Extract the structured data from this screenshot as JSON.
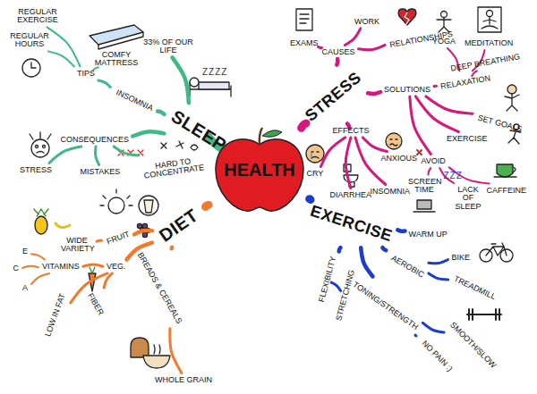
{
  "diagram": {
    "nodes": [
      {
        "text": [
          "HEALTH"
        ]
      },
      {
        "text": [
          "SLEEP"
        ]
      },
      {
        "text": [
          "33% OF OUR LIFE"
        ]
      },
      {
        "text": [
          "INSOMNIA"
        ]
      },
      {
        "text": [
          "TIPS"
        ]
      },
      {
        "text": [
          "REGULAR HOURS"
        ]
      },
      {
        "text": [
          "REGULAR EXERCISE"
        ]
      },
      {
        "text": [
          "COMFY MATTRESS"
        ]
      },
      {
        "text": [
          "CONSEQUENCES"
        ]
      },
      {
        "text": [
          "STRESS"
        ]
      },
      {
        "text": [
          "MISTAKES"
        ]
      },
      {
        "text": [
          "HARD TO CONCENTRATE"
        ]
      },
      {
        "text": [
          "STRESS"
        ]
      },
      {
        "text": [
          "CAUSES"
        ]
      },
      {
        "text": [
          "EXAMS"
        ]
      },
      {
        "text": [
          "WORK"
        ]
      },
      {
        "text": [
          "RELATIONSHIPS"
        ]
      },
      {
        "text": [
          "SOLUTIONS"
        ]
      },
      {
        "text": [
          "RELAXATION"
        ]
      },
      {
        "text": [
          "YOGA"
        ]
      },
      {
        "text": [
          "MEDITATION"
        ]
      },
      {
        "text": [
          "DEEP BREATHING"
        ]
      },
      {
        "text": [
          "SET GOALS"
        ]
      },
      {
        "text": [
          "EXERCISE"
        ]
      },
      {
        "text": [
          "AVOID"
        ]
      },
      {
        "text": [
          "SCREEN TIME"
        ]
      },
      {
        "text": [
          "LACK OF SLEEP"
        ]
      },
      {
        "text": [
          "CAFFEINE"
        ]
      },
      {
        "text": [
          "EFFECTS"
        ]
      },
      {
        "text": [
          "CRY"
        ]
      },
      {
        "text": [
          "DIARRHEA"
        ]
      },
      {
        "text": [
          "INSOMNIA"
        ]
      },
      {
        "text": [
          "ANXIOUS"
        ]
      },
      {
        "text": [
          "EXERCISE"
        ]
      },
      {
        "text": [
          "WARM UP"
        ]
      },
      {
        "text": [
          "AEROBIC"
        ]
      },
      {
        "text": [
          "BIKE"
        ]
      },
      {
        "text": [
          "TREADMILL"
        ]
      },
      {
        "text": [
          "TONING/STRENGTH"
        ]
      },
      {
        "text": [
          "SMOOTH/SLOW"
        ]
      },
      {
        "text": [
          "NO PAIN :)"
        ]
      },
      {
        "text": [
          "FLEXIBILITY"
        ]
      },
      {
        "text": [
          "STRETCHING"
        ]
      },
      {
        "text": [
          "DIET"
        ]
      },
      {
        "text": [
          "FRUIT"
        ]
      },
      {
        "text": [
          "WIDE VARIETY"
        ]
      },
      {
        "text": [
          "VEG."
        ]
      },
      {
        "text": [
          "VITAMINS"
        ]
      },
      {
        "text": [
          "E"
        ]
      },
      {
        "text": [
          "C"
        ]
      },
      {
        "text": [
          "A"
        ]
      },
      {
        "text": [
          "FIBER"
        ]
      },
      {
        "text": [
          "LOW IN FAT"
        ]
      },
      {
        "text": [
          "BREADS & CEREALS"
        ]
      },
      {
        "text": [
          "WHOLE GRAIN"
        ]
      }
    ],
    "edges": [
      {
        "from": 0,
        "to": 1,
        "arrow": "none"
      },
      {
        "from": 1,
        "to": 2,
        "arrow": "none"
      },
      {
        "from": 1,
        "to": 3,
        "arrow": "none"
      },
      {
        "from": 3,
        "to": 4,
        "arrow": "none"
      },
      {
        "from": 4,
        "to": 5,
        "arrow": "none"
      },
      {
        "from": 4,
        "to": 6,
        "arrow": "none"
      },
      {
        "from": 4,
        "to": 7,
        "arrow": "none"
      },
      {
        "from": 1,
        "to": 8,
        "arrow": "none"
      },
      {
        "from": 8,
        "to": 9,
        "arrow": "none"
      },
      {
        "from": 8,
        "to": 10,
        "arrow": "none"
      },
      {
        "from": 8,
        "to": 11,
        "arrow": "none"
      },
      {
        "from": 0,
        "to": 12,
        "arrow": "none"
      },
      {
        "from": 12,
        "to": 13,
        "arrow": "none"
      },
      {
        "from": 13,
        "to": 14,
        "arrow": "none"
      },
      {
        "from": 13,
        "to": 15,
        "arrow": "none"
      },
      {
        "from": 13,
        "to": 16,
        "arrow": "none"
      },
      {
        "from": 12,
        "to": 17,
        "arrow": "none"
      },
      {
        "from": 17,
        "to": 18,
        "arrow": "none"
      },
      {
        "from": 18,
        "to": 19,
        "arrow": "none"
      },
      {
        "from": 18,
        "to": 20,
        "arrow": "none"
      },
      {
        "from": 18,
        "to": 21,
        "arrow": "none"
      },
      {
        "from": 17,
        "to": 22,
        "arrow": "none"
      },
      {
        "from": 17,
        "to": 23,
        "arrow": "none"
      },
      {
        "from": 17,
        "to": 24,
        "arrow": "none"
      },
      {
        "from": 24,
        "to": 25,
        "arrow": "none"
      },
      {
        "from": 24,
        "to": 26,
        "arrow": "none"
      },
      {
        "from": 24,
        "to": 27,
        "arrow": "none"
      },
      {
        "from": 12,
        "to": 28,
        "arrow": "none"
      },
      {
        "from": 28,
        "to": 29,
        "arrow": "none"
      },
      {
        "from": 28,
        "to": 30,
        "arrow": "none"
      },
      {
        "from": 28,
        "to": 31,
        "arrow": "none"
      },
      {
        "from": 28,
        "to": 32,
        "arrow": "none"
      },
      {
        "from": 0,
        "to": 33,
        "arrow": "none"
      },
      {
        "from": 33,
        "to": 34,
        "arrow": "none"
      },
      {
        "from": 33,
        "to": 35,
        "arrow": "none"
      },
      {
        "from": 35,
        "to": 36,
        "arrow": "none"
      },
      {
        "from": 35,
        "to": 37,
        "arrow": "none"
      },
      {
        "from": 33,
        "to": 38,
        "arrow": "none"
      },
      {
        "from": 38,
        "to": 39,
        "arrow": "none"
      },
      {
        "from": 38,
        "to": 40,
        "arrow": "none"
      },
      {
        "from": 33,
        "to": 41,
        "arrow": "none"
      },
      {
        "from": 41,
        "to": 42,
        "arrow": "none"
      },
      {
        "from": 0,
        "to": 43,
        "arrow": "none"
      },
      {
        "from": 43,
        "to": 44,
        "arrow": "none"
      },
      {
        "from": 44,
        "to": 45,
        "arrow": "none"
      },
      {
        "from": 43,
        "to": 46,
        "arrow": "none"
      },
      {
        "from": 46,
        "to": 47,
        "arrow": "none"
      },
      {
        "from": 47,
        "to": 48,
        "arrow": "none"
      },
      {
        "from": 47,
        "to": 49,
        "arrow": "none"
      },
      {
        "from": 47,
        "to": 50,
        "arrow": "none"
      },
      {
        "from": 46,
        "to": 51,
        "arrow": "none"
      },
      {
        "from": 46,
        "to": 52,
        "arrow": "none"
      },
      {
        "from": 43,
        "to": 53,
        "arrow": "none"
      },
      {
        "from": 53,
        "to": 54,
        "arrow": "none"
      }
    ],
    "labels": [
      "ZZZZ",
      "ZZZ"
    ]
  }
}
